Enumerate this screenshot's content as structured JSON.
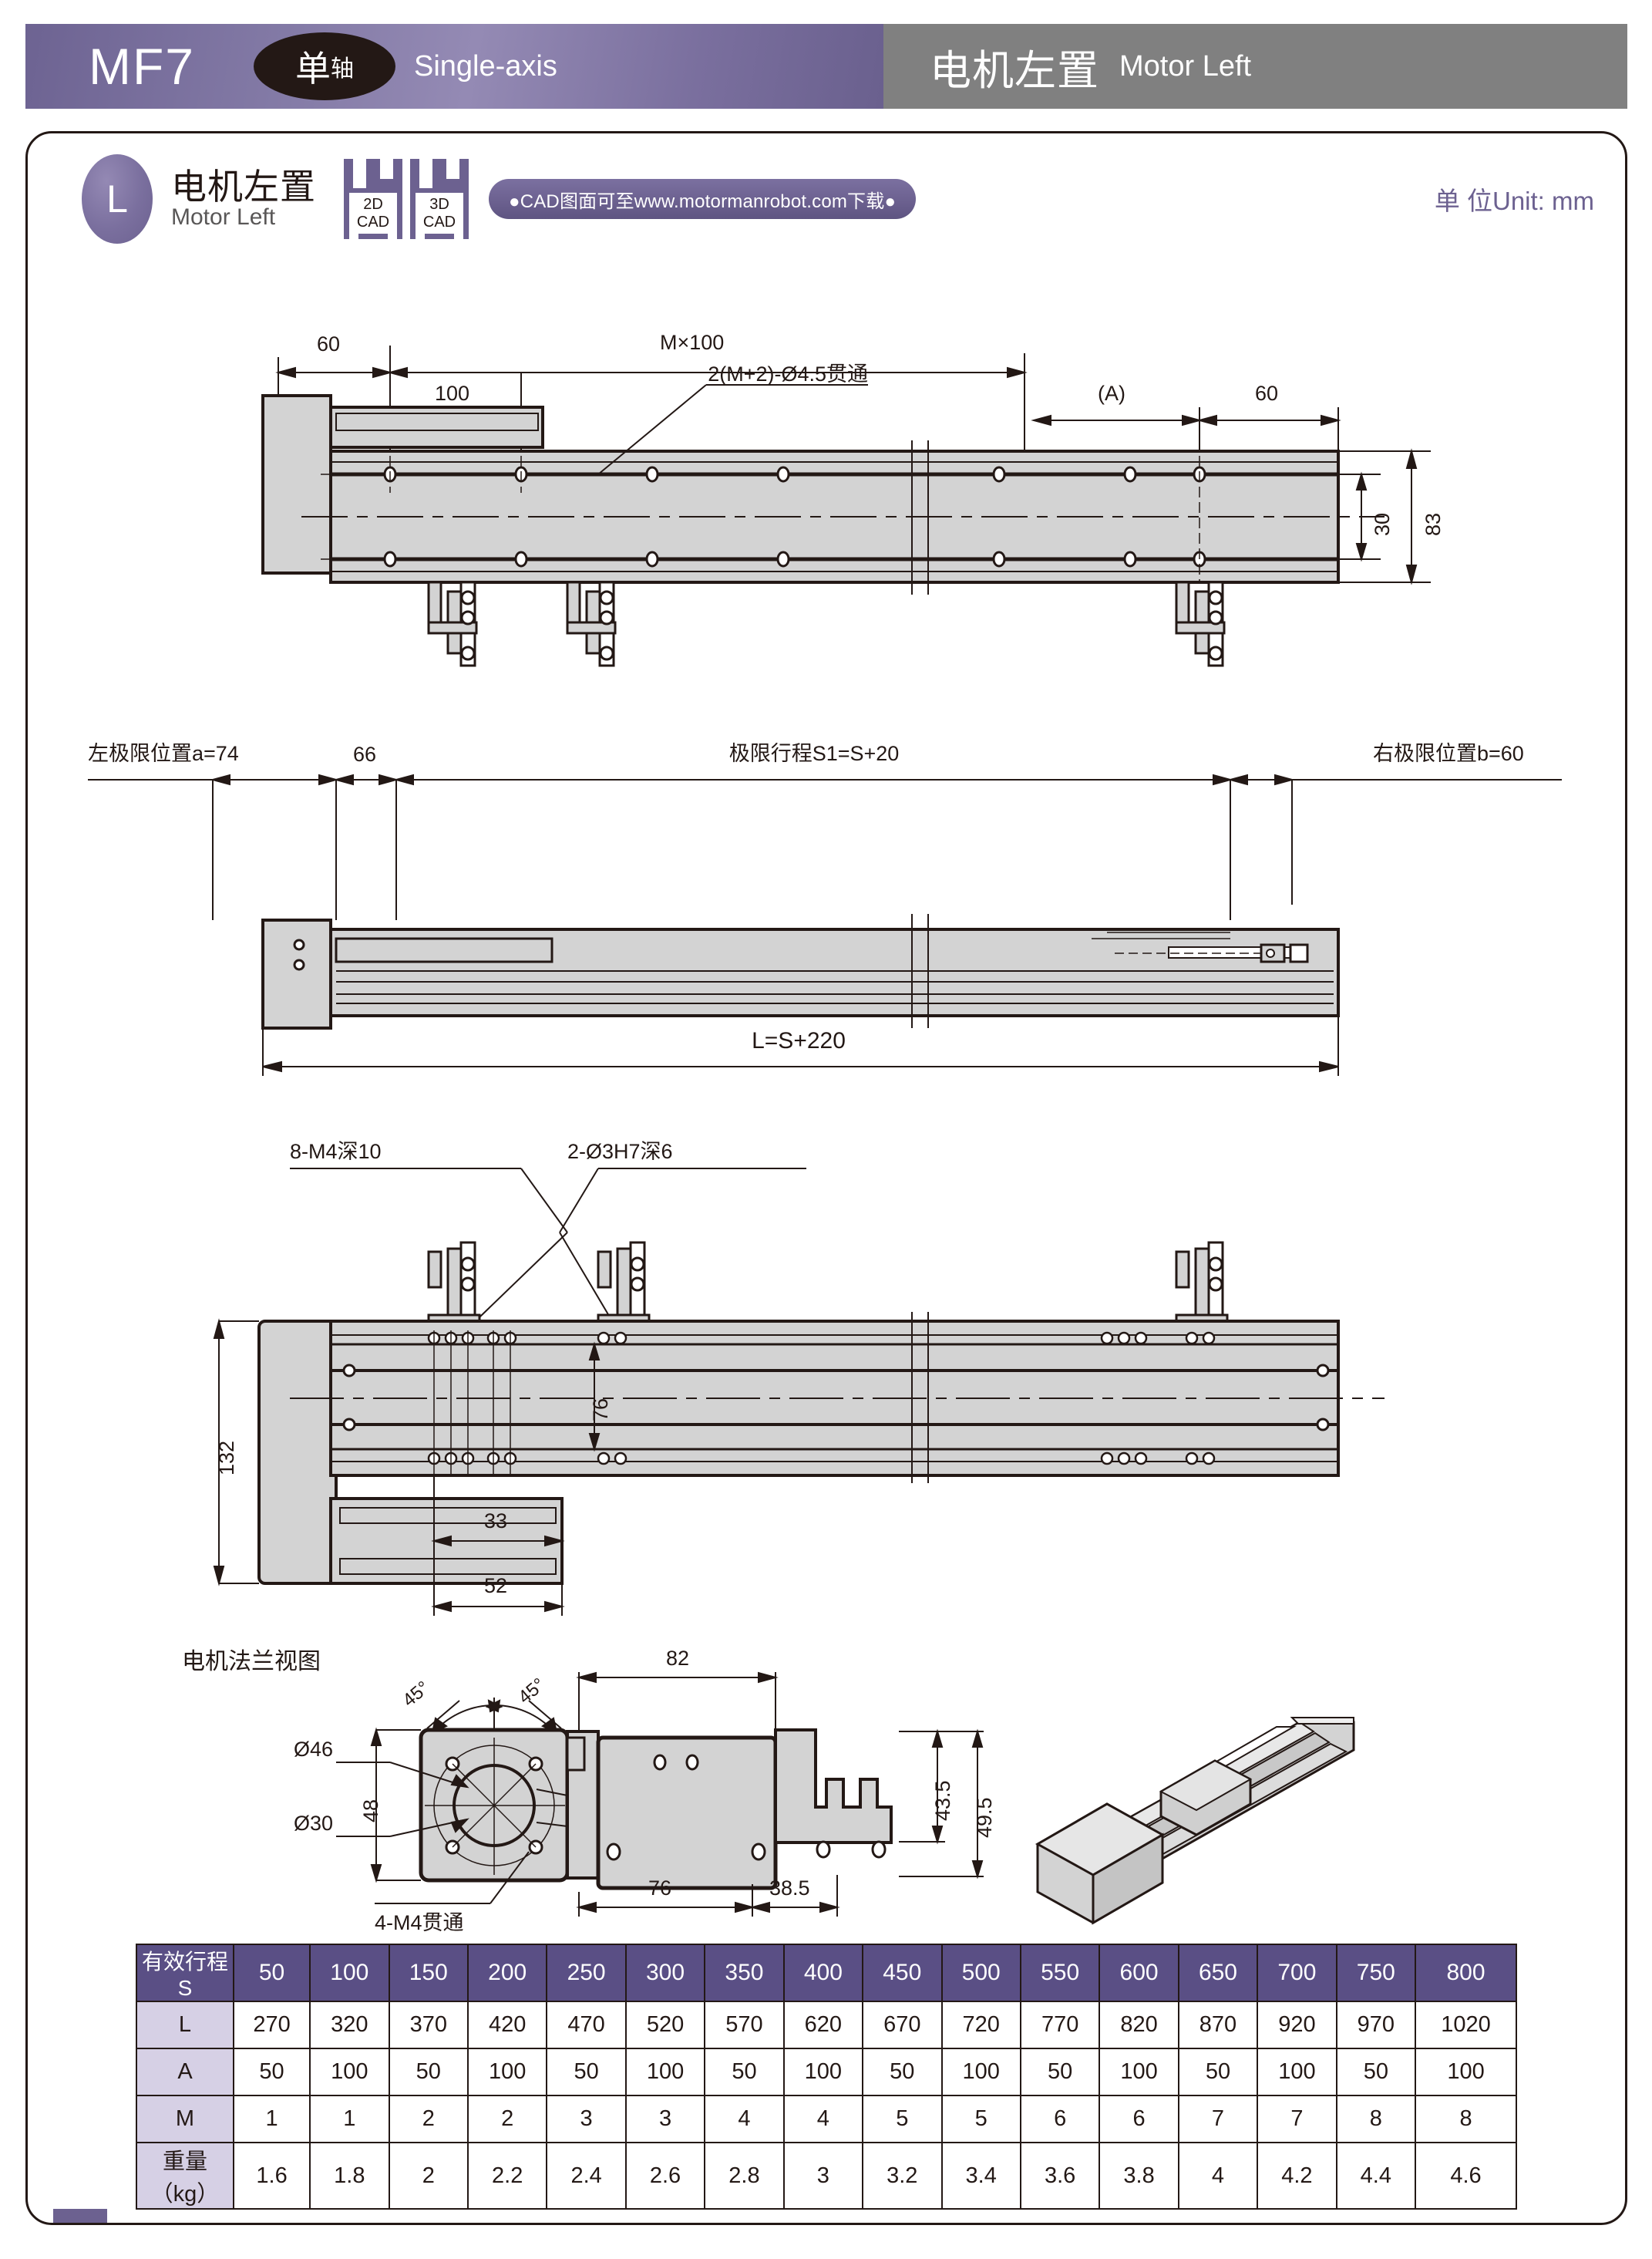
{
  "banner": {
    "model": "MF7",
    "axis_badge_cn_big": "单",
    "axis_badge_cn_small": "轴",
    "axis_label_en": "Single-axis",
    "position_cn": "电机左置",
    "position_en": "Motor Left"
  },
  "subheader": {
    "badge_letter": "L",
    "badge_cn": "电机左置",
    "badge_en": "Motor Left",
    "cad_2d_top": "2D",
    "cad_2d_bottom": "CAD",
    "cad_3d_top": "3D",
    "cad_3d_bottom": "CAD",
    "cad_note": "●CAD图面可至www.motormanrobot.com下载●",
    "unit": "单 位Unit: mm"
  },
  "drawing_top": {
    "dim_60_left": "60",
    "dim_M100": "M×100",
    "dim_100": "100",
    "callout_holes": "2(M+2)-Ø4.5贯通",
    "dim_A": "(A)",
    "dim_60_right": "60",
    "dim_30": "30",
    "dim_83": "83"
  },
  "drawing_middle": {
    "left_limit": "左极限位置a=74",
    "dim_66": "66",
    "stroke_limit": "极限行程S1=S+20",
    "right_limit": "右极限位置b=60",
    "total_length": "L=S+220"
  },
  "drawing_bottom": {
    "callout_m4": "8-M4深10",
    "callout_dowel": "2-Ø3H7深6",
    "dim_132": "132",
    "dim_76": "76",
    "dim_33": "33",
    "dim_52": "52"
  },
  "flange_view": {
    "title": "电机法兰视图",
    "angle_left": "45°",
    "angle_right": "45°",
    "dim_82": "82",
    "dim_48": "48",
    "dia_46": "Ø46",
    "dia_30": "Ø30",
    "callout_4m4": "4-M4贯通",
    "dim_43_5": "43.5",
    "dim_49_5": "49.5",
    "dim_76": "76",
    "dim_38_5": "38.5"
  },
  "colors": {
    "brand_purple": "#6c6190",
    "header_gray": "#808080",
    "table_header": "#5a4f85",
    "table_rowhead": "#d6d0e5",
    "line": "#231815",
    "fill": "#d3d3d3"
  },
  "spec_table": {
    "columns": [
      "有效行程S",
      "50",
      "100",
      "150",
      "200",
      "250",
      "300",
      "350",
      "400",
      "450",
      "500",
      "550",
      "600",
      "650",
      "700",
      "750",
      "800"
    ],
    "rows": [
      {
        "label": "L",
        "values": [
          "270",
          "320",
          "370",
          "420",
          "470",
          "520",
          "570",
          "620",
          "670",
          "720",
          "770",
          "820",
          "870",
          "920",
          "970",
          "1020"
        ]
      },
      {
        "label": "A",
        "values": [
          "50",
          "100",
          "50",
          "100",
          "50",
          "100",
          "50",
          "100",
          "50",
          "100",
          "50",
          "100",
          "50",
          "100",
          "50",
          "100"
        ]
      },
      {
        "label": "M",
        "values": [
          "1",
          "1",
          "2",
          "2",
          "3",
          "3",
          "4",
          "4",
          "5",
          "5",
          "6",
          "6",
          "7",
          "7",
          "8",
          "8"
        ]
      },
      {
        "label": "重量（kg）",
        "values": [
          "1.6",
          "1.8",
          "2",
          "2.2",
          "2.4",
          "2.6",
          "2.8",
          "3",
          "3.2",
          "3.4",
          "3.6",
          "3.8",
          "4",
          "4.2",
          "4.4",
          "4.6"
        ]
      }
    ]
  }
}
